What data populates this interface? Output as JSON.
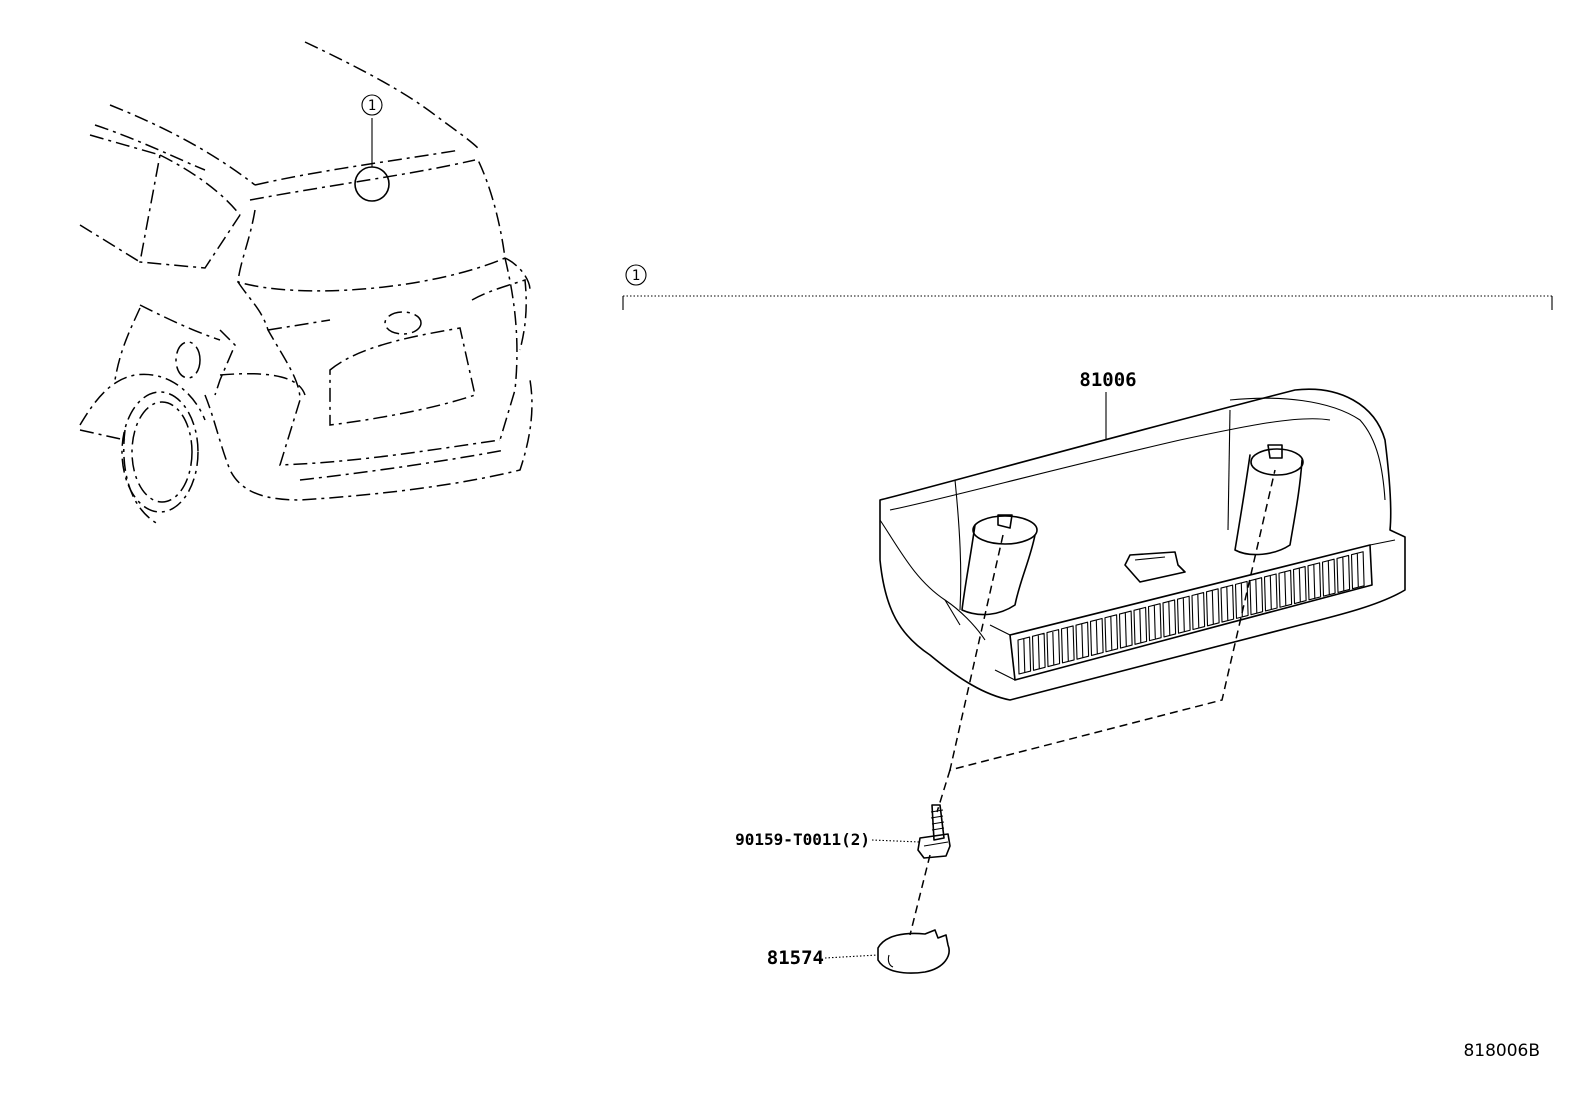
{
  "callouts": {
    "car_marker": "1",
    "bracket_marker": "1"
  },
  "parts": {
    "lamp_assembly": "81006",
    "screw": "90159-T0011(2)",
    "cover": "81574"
  },
  "figure_ref": "818006B"
}
